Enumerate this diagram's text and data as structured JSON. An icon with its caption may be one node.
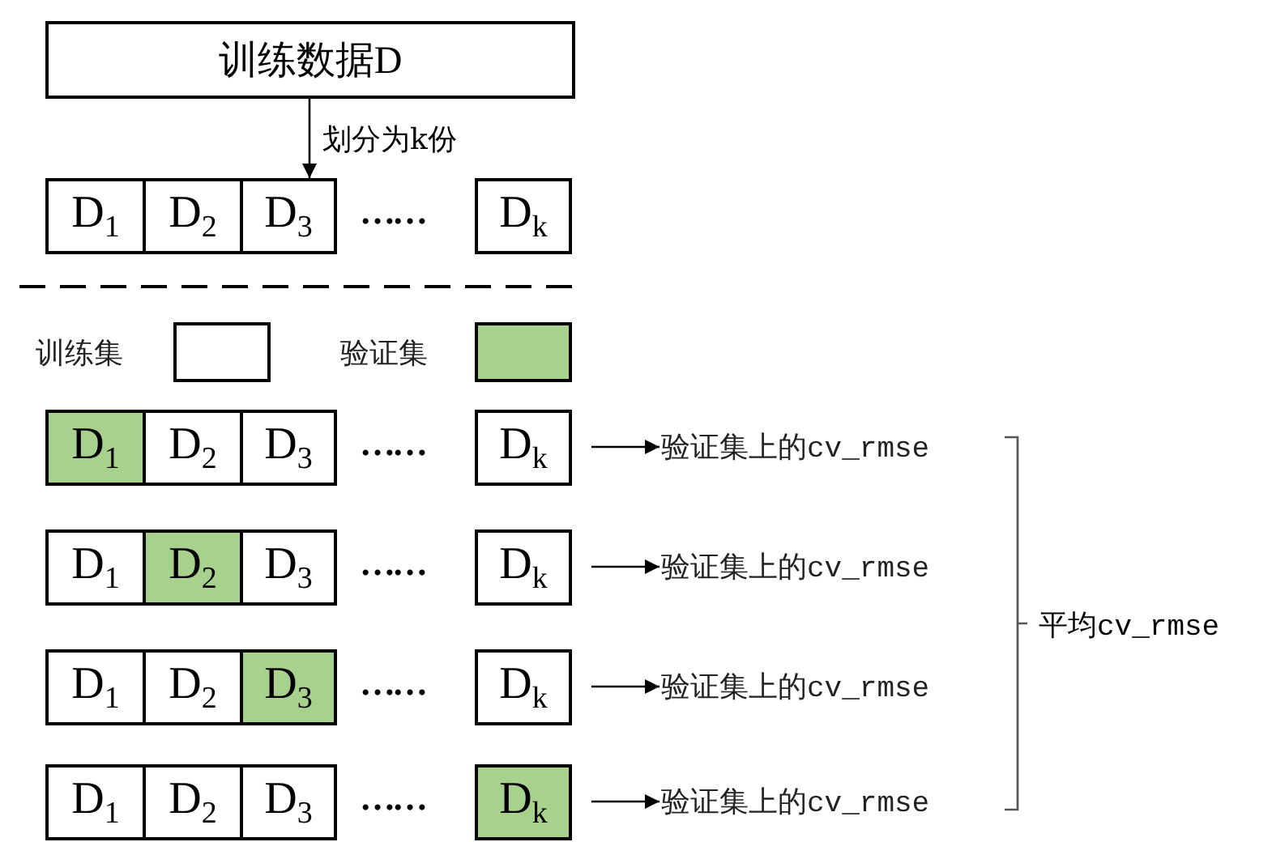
{
  "diagram": {
    "nodes": [
      {
        "text": [
          "训练数据D"
        ]
      },
      {
        "text": [
          "D$_{1}$"
        ]
      },
      {
        "text": [
          "D$_{2}$"
        ]
      },
      {
        "text": [
          "D$_{3}$"
        ]
      },
      {
        "text": [
          "D$_{k}$"
        ]
      },
      {
        "text": [
          "D$_{1}$"
        ]
      },
      {
        "text": [
          "D$_{2}$"
        ]
      },
      {
        "text": [
          "D$_{3}$"
        ]
      },
      {
        "text": [
          "D$_{k}$"
        ]
      },
      {
        "text": [
          "验证集上的cv_rmse"
        ]
      },
      {
        "text": [
          "D$_{1}$"
        ]
      },
      {
        "text": [
          "D$_{2}$"
        ]
      },
      {
        "text": [
          "D$_{3}$"
        ]
      },
      {
        "text": [
          "D$_{k}$"
        ]
      },
      {
        "text": [
          "验证集上的cv_rmse"
        ]
      },
      {
        "text": [
          "D$_{1}$"
        ]
      },
      {
        "text": [
          "D$_{2}$"
        ]
      },
      {
        "text": [
          "D$_{3}$"
        ]
      },
      {
        "text": [
          "D$_{k}$"
        ]
      },
      {
        "text": [
          "验证集上的cv_rmse"
        ]
      },
      {
        "text": [
          "D$_{1}$"
        ]
      },
      {
        "text": [
          "D$_{2}$"
        ]
      },
      {
        "text": [
          "D$_{3}$"
        ]
      },
      {
        "text": [
          "D$_{k}$"
        ]
      },
      {
        "text": [
          "验证集上的cv_rmse"
        ]
      }
    ],
    "edges": [
      {
        "from": 0,
        "to": 3,
        "arrow": "to",
        "label": "划分为k份"
      },
      {
        "from": 8,
        "to": 9,
        "arrow": "to"
      },
      {
        "from": 13,
        "to": 14,
        "arrow": "to"
      },
      {
        "from": 18,
        "to": 19,
        "arrow": "to"
      },
      {
        "from": 23,
        "to": 24,
        "arrow": "to"
      }
    ],
    "labels": [
      "……",
      "……",
      "……",
      "平均cv_rmse",
      "……",
      "……"
    ],
    "legend": [
      {
        "text": "训练集",
        "color": "#ffffff"
      },
      {
        "text": "验证集",
        "color": "#a9d18e"
      }
    ]
  }
}
